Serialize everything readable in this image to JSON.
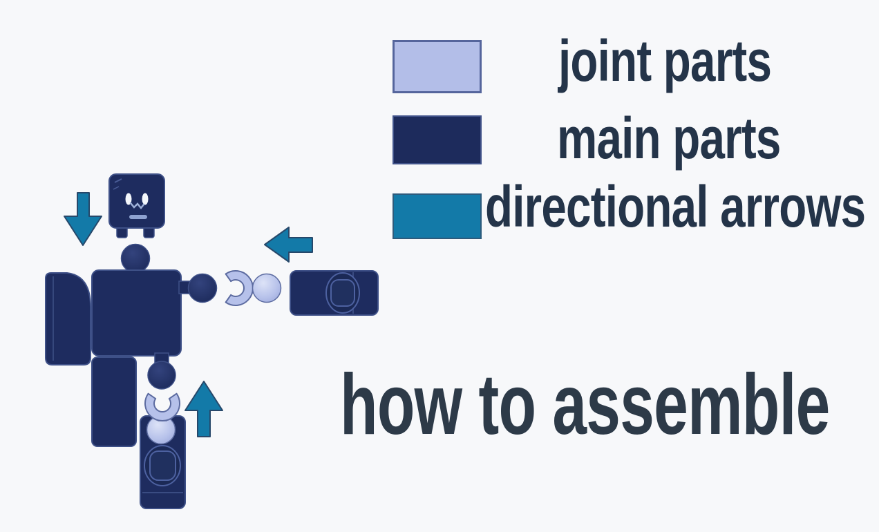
{
  "title": "how to assemble",
  "legend": {
    "items": [
      {
        "label": "joint parts",
        "color": "#b3bee8",
        "border": "#55659c"
      },
      {
        "label": "main parts",
        "color": "#1d2b5c",
        "border": "#41538a"
      },
      {
        "label": "directional arrows",
        "color": "#137aa8",
        "border": "#2d5b7c"
      }
    ]
  },
  "colors": {
    "background": "#f7f8fa",
    "text": "#2d3a48",
    "legend_text": "#243449",
    "main_parts": "#1e2c5f",
    "joint_parts": "#b6c1ea",
    "directional_arrows": "#137aa8"
  },
  "icons": {
    "down_arrow": "↓",
    "left_arrow": "←",
    "up_arrow": "↑"
  },
  "figure": {
    "description": "robot toy assembly diagram",
    "parts": [
      "head",
      "neck-ball",
      "torso",
      "left-arm",
      "shoulder-ball",
      "arm-socket-joint",
      "arm-ball-joint",
      "forearm-part",
      "left-leg",
      "hip-ball",
      "leg-socket-joint",
      "leg-ball-joint",
      "lower-leg-part"
    ]
  }
}
